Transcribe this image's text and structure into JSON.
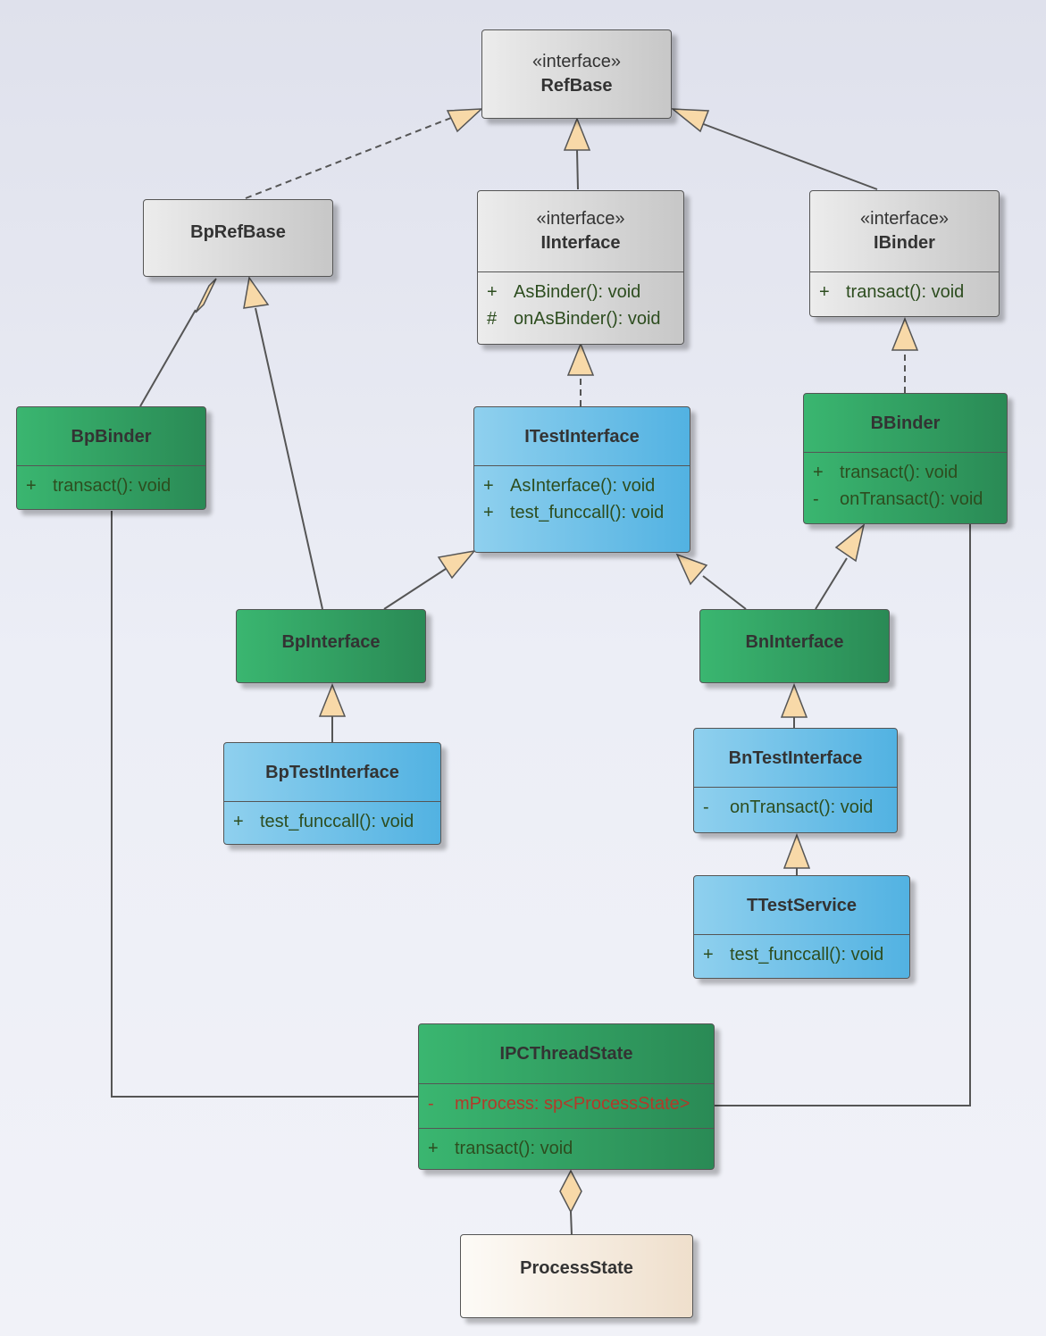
{
  "classes": {
    "refbase": {
      "stereotype": "«interface»",
      "name": "RefBase"
    },
    "bprefbase": {
      "name": "BpRefBase"
    },
    "iinterface": {
      "stereotype": "«interface»",
      "name": "IInterface",
      "ops": [
        {
          "vis": "+",
          "text": "AsBinder(): void"
        },
        {
          "vis": "#",
          "text": "onAsBinder(): void"
        }
      ]
    },
    "ibinder": {
      "stereotype": "«interface»",
      "name": "IBinder",
      "ops": [
        {
          "vis": "+",
          "text": "transact(): void"
        }
      ]
    },
    "bpbinder": {
      "name": "BpBinder",
      "ops": [
        {
          "vis": "+",
          "text": "transact(): void"
        }
      ]
    },
    "itestinterface": {
      "name": "ITestInterface",
      "ops": [
        {
          "vis": "+",
          "text": "AsInterface(): void"
        },
        {
          "vis": "+",
          "text": "test_funccall(): void"
        }
      ]
    },
    "bbinder": {
      "name": "BBinder",
      "ops": [
        {
          "vis": "+",
          "text": "transact(): void"
        },
        {
          "vis": "-",
          "text": "onTransact(): void"
        }
      ]
    },
    "bpinterface": {
      "name": "BpInterface"
    },
    "bninterface": {
      "name": "BnInterface"
    },
    "bptestinterface": {
      "name": "BpTestInterface",
      "ops": [
        {
          "vis": "+",
          "text": "test_funccall(): void"
        }
      ]
    },
    "bntestinterface": {
      "name": "BnTestInterface",
      "ops": [
        {
          "vis": "-",
          "text": "onTransact(): void"
        }
      ]
    },
    "ttestservice": {
      "name": "TTestService",
      "ops": [
        {
          "vis": "+",
          "text": "test_funccall(): void"
        }
      ]
    },
    "ipcthreadstate": {
      "name": "IPCThreadState",
      "attrs": [
        {
          "vis": "-",
          "text": "mProcess: sp<ProcessState>"
        }
      ],
      "ops": [
        {
          "vis": "+",
          "text": "transact(): void"
        }
      ]
    },
    "processstate": {
      "name": "ProcessState"
    }
  },
  "colors": {
    "line": "#555555",
    "arrow_fill": "#f8d9a8",
    "attr_text": "#b23a2a",
    "op_text": "#2d4d1f"
  }
}
